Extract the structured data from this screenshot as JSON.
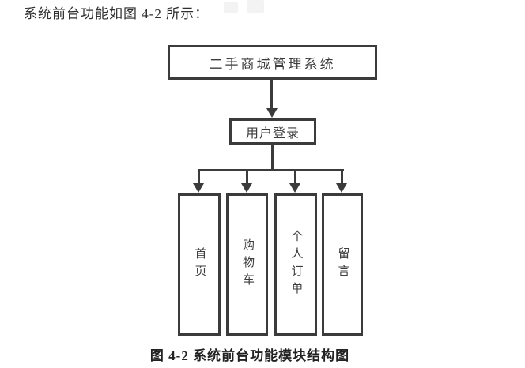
{
  "document": {
    "intro_text": "系统前台功能如图 4-2 所示：",
    "caption": "图 4-2 系统前台功能模块结构图"
  },
  "diagram": {
    "type": "flowchart",
    "root_label": "二手商城管理系统",
    "login_label": "用户登录",
    "modules": [
      {
        "label": "首页"
      },
      {
        "label": "购物车"
      },
      {
        "label": "个人订单"
      },
      {
        "label": "留言"
      }
    ],
    "edges": [
      [
        "二手商城管理系统",
        "用户登录"
      ],
      [
        "用户登录",
        "首页"
      ],
      [
        "用户登录",
        "购物车"
      ],
      [
        "用户登录",
        "个人订单"
      ],
      [
        "用户登录",
        "留言"
      ]
    ],
    "colors": {
      "line": "#3b3b3b",
      "box_border": "#3b3b3b",
      "box_text": "#3d3d3d",
      "background": "#ffffff",
      "caption_text": "#222222"
    }
  }
}
